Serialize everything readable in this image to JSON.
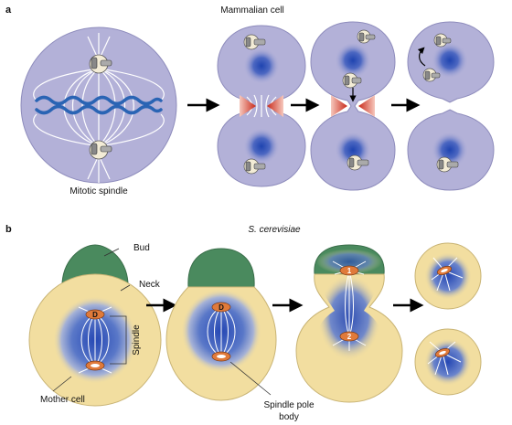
{
  "panel_a": {
    "letter": "a",
    "title": "Mammalian cell",
    "label_mitotic_spindle": "Mitotic spindle"
  },
  "panel_b": {
    "letter": "b",
    "title": "S. cerevisiae",
    "label_bud": "Bud",
    "label_neck": "Neck",
    "label_spindle": "Spindle",
    "label_mother_cell": "Mother cell",
    "label_spb_line1": "Spindle pole",
    "label_spb_line2": "body",
    "spb_marks": [
      "D",
      "D",
      "1",
      "2"
    ]
  },
  "colors": {
    "mammalian_cell": "#b3b1d8",
    "nucleus_blue": "#2c55b8",
    "chromosome": "#2a64b4",
    "contractile_ring": "#d23a25",
    "yeast_mother": "#f2dea0",
    "yeast_bud": "#4a8a5e",
    "spb_orange": "#e07a3a",
    "arrow": "#000000"
  }
}
